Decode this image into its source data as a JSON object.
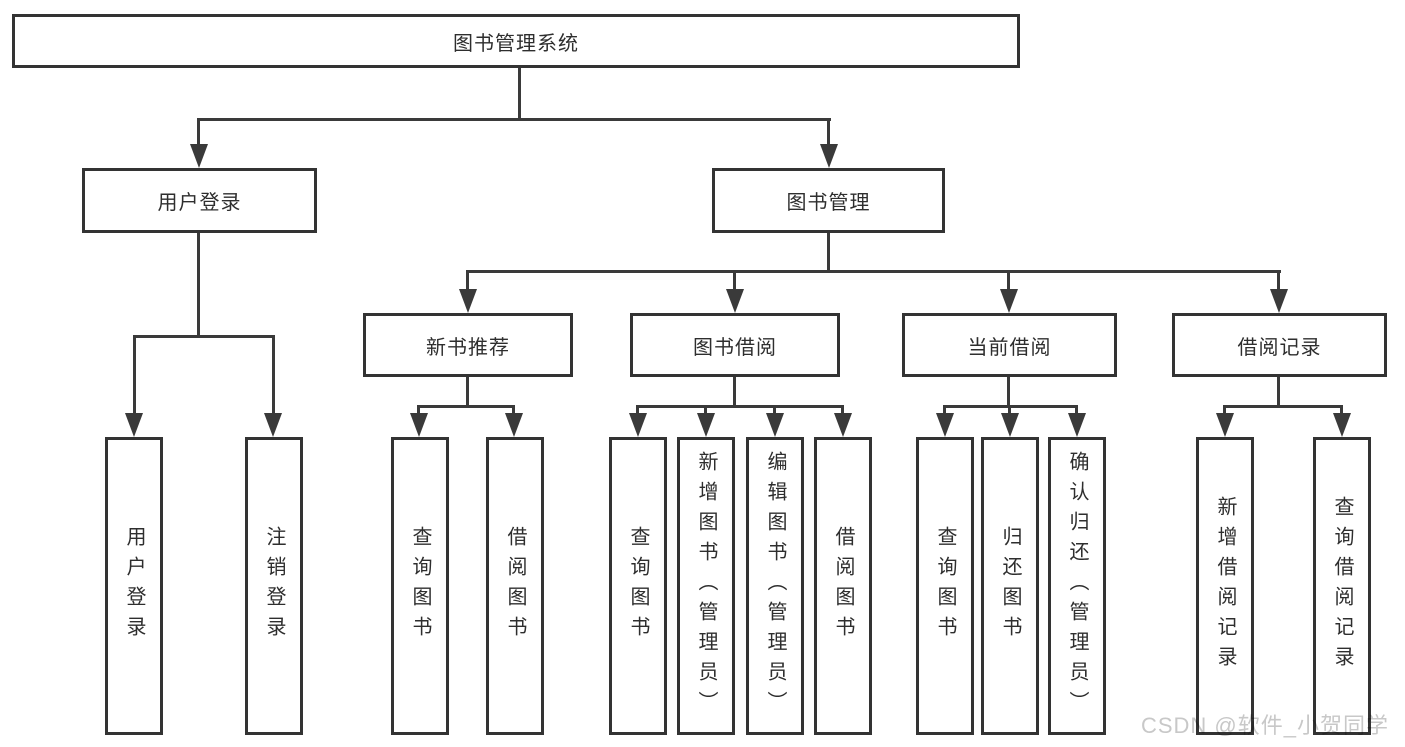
{
  "diagram_type": "hierarchy-structure-diagram",
  "tree": {
    "label": "图书管理系统",
    "children": [
      {
        "label": "用户登录",
        "children": [
          {
            "label": "用户登录"
          },
          {
            "label": "注销登录"
          }
        ]
      },
      {
        "label": "图书管理",
        "children": [
          {
            "label": "新书推荐",
            "children": [
              {
                "label": "查询图书"
              },
              {
                "label": "借阅图书"
              }
            ]
          },
          {
            "label": "图书借阅",
            "children": [
              {
                "label": "查询图书"
              },
              {
                "label": "新增图书（管理员）"
              },
              {
                "label": "编辑图书（管理员）"
              },
              {
                "label": "借阅图书"
              }
            ]
          },
          {
            "label": "当前借阅",
            "children": [
              {
                "label": "查询图书"
              },
              {
                "label": "归还图书"
              },
              {
                "label": "确认归还（管理员）"
              }
            ]
          },
          {
            "label": "借阅记录",
            "children": [
              {
                "label": "新增借阅记录"
              },
              {
                "label": "查询借阅记录"
              }
            ]
          }
        ]
      }
    ]
  },
  "watermark": {
    "text": "CSDN @软件_小贺同学",
    "color": "#c8c8c8"
  },
  "colors": {
    "line": "#3a3a3a",
    "box_border": "#333333",
    "text": "#2e2e2e",
    "background": "#ffffff"
  }
}
